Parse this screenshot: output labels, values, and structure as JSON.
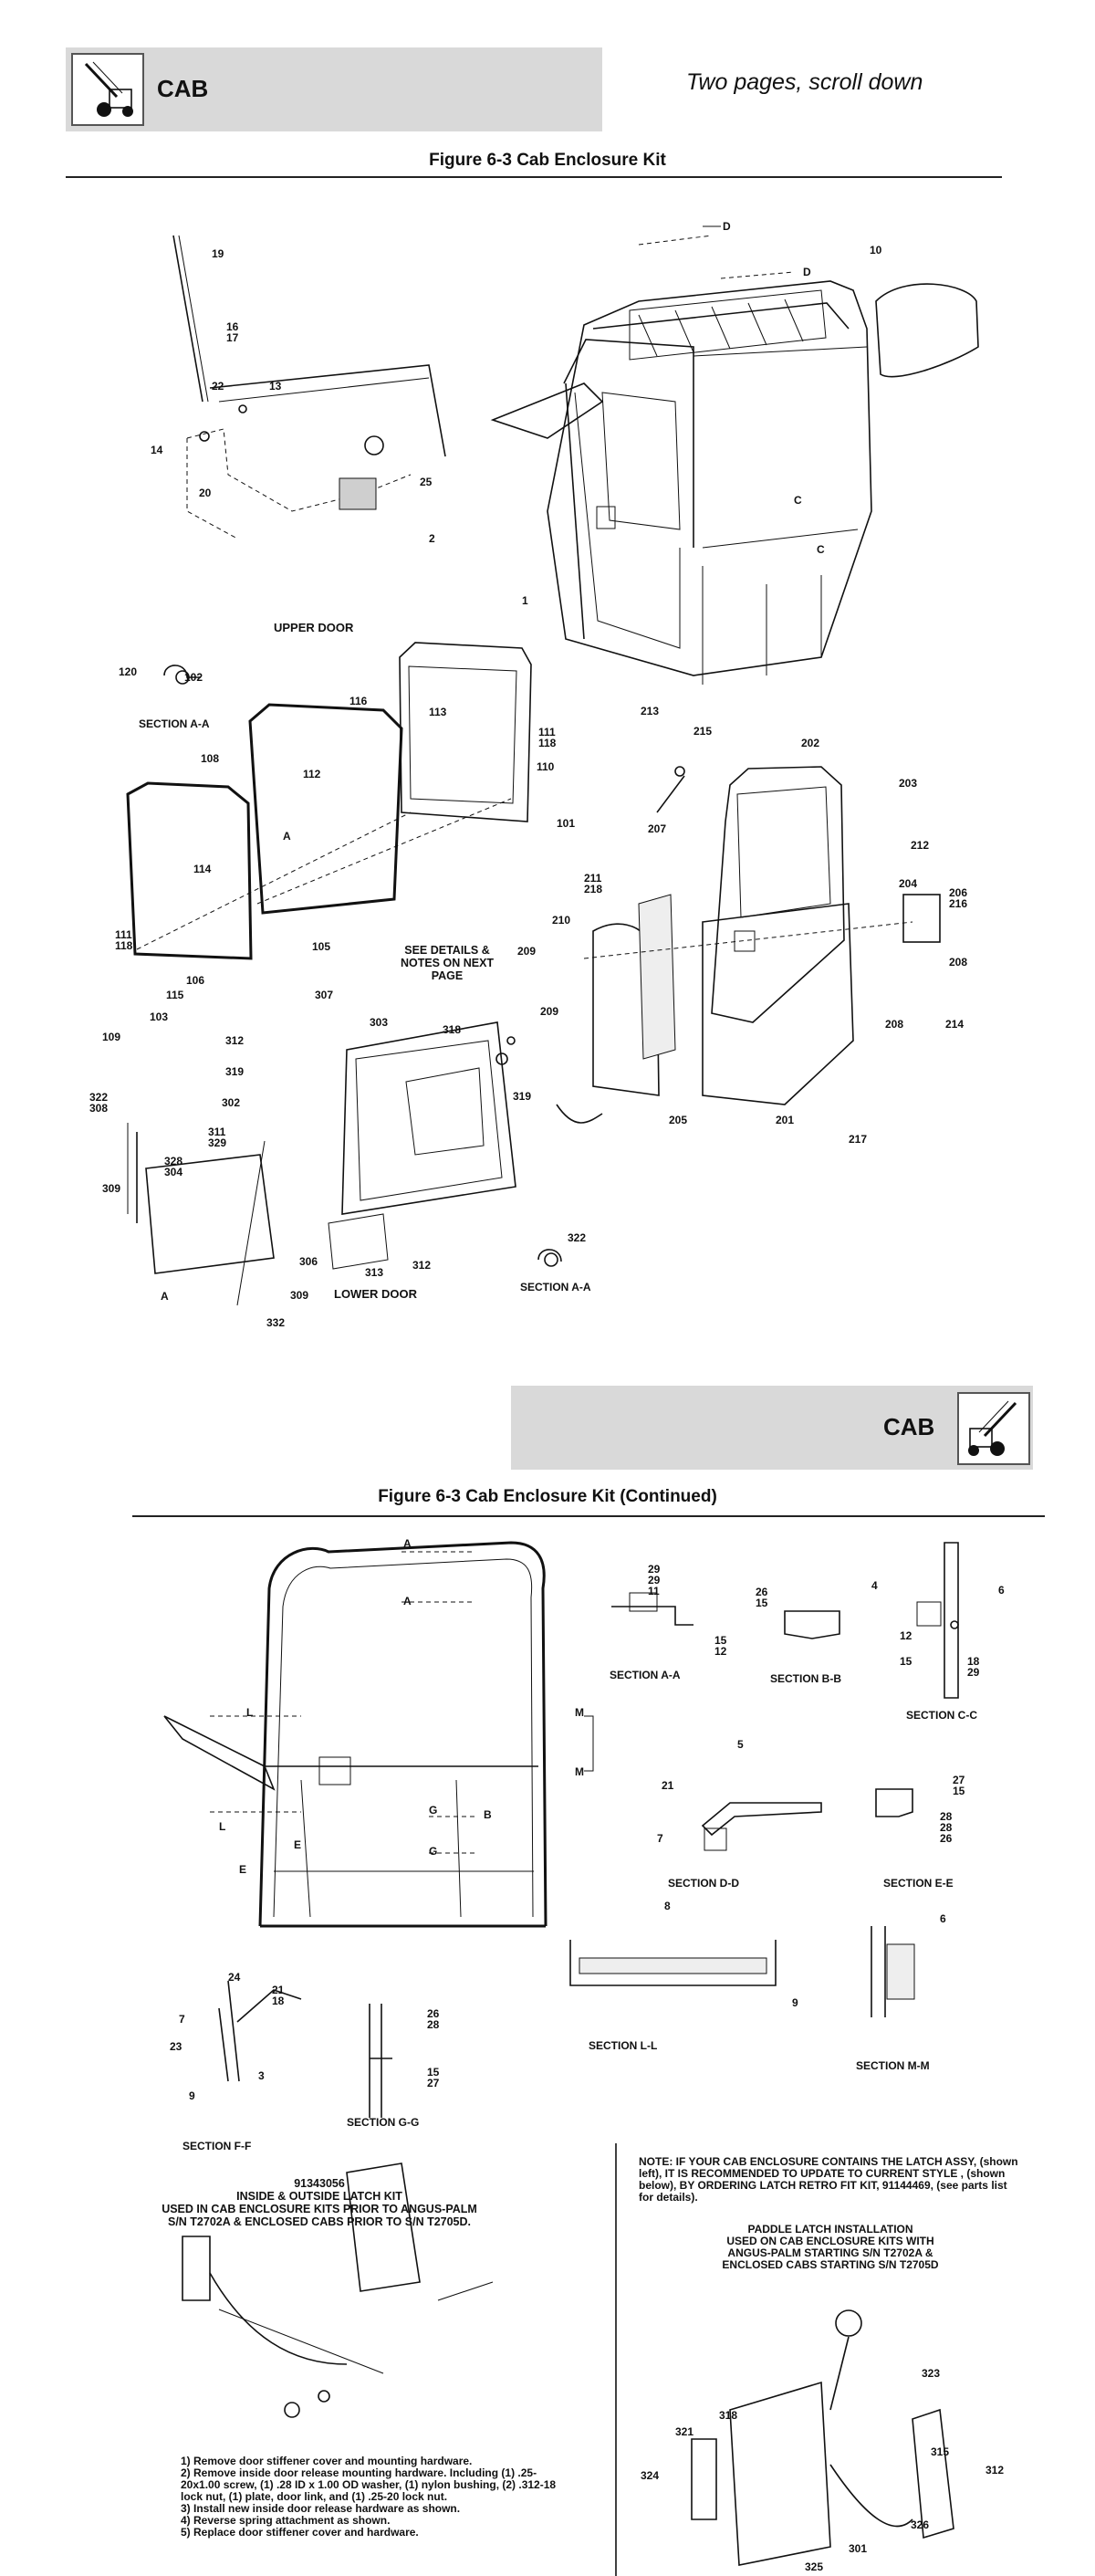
{
  "page1": {
    "header_title": "CAB",
    "scroll_note": "Two pages, scroll down",
    "figure_title": "Figure 6-3 Cab Enclosure Kit",
    "upper_door_label": "UPPER DOOR",
    "lower_door_label": "LOWER DOOR",
    "section_aa_1": "SECTION A-A",
    "section_aa_2": "SECTION A-A",
    "see_details": "SEE DETAILS & NOTES ON NEXT PAGE",
    "callouts": {
      "c19": "19",
      "c10": "10",
      "c16_17": "16\n17",
      "c22": "22",
      "c13": "13",
      "c14": "14",
      "c20": "20",
      "c25": "25",
      "c2": "2",
      "c1": "1",
      "c120": "120",
      "c102": "102",
      "c116": "116",
      "c113": "113",
      "c111_118a": "111\n118",
      "c110": "110",
      "c108": "108",
      "c112": "112",
      "c101": "101",
      "c114": "114",
      "c105": "105",
      "c111_118b": "111\n118",
      "c106": "106",
      "c115": "115",
      "c103": "103",
      "c109": "109",
      "c213": "213",
      "c215": "215",
      "c202": "202",
      "c203": "203",
      "c207": "207",
      "c212": "212",
      "c211_218": "211\n218",
      "c204": "204",
      "c206_216": "206\n216",
      "c210": "210",
      "c209a": "209",
      "c209b": "209",
      "c208a": "208",
      "c208b": "208",
      "c214": "214",
      "c205": "205",
      "c201": "201",
      "c217": "217",
      "c307": "307",
      "c303": "303",
      "c318": "318",
      "c312a": "312",
      "c319a": "319",
      "c319b": "319",
      "c302": "302",
      "c311_329": "311\n329",
      "c322_308": "322\n308",
      "c328_304": "328\n304",
      "c309a": "309",
      "c309b": "309",
      "c306": "306",
      "c313": "313",
      "c312b": "312",
      "c332": "332",
      "c322": "322",
      "dA1": "D",
      "dA2": "D",
      "cC1": "C",
      "cC2": "C",
      "aA1": "A",
      "aA2": "A"
    }
  },
  "page2": {
    "header_title": "CAB",
    "figure_title": "Figure 6-3 Cab Enclosure Kit (Continued)",
    "sections": {
      "aa": "SECTION A-A",
      "bb": "SECTION B-B",
      "cc": "SECTION C-C",
      "dd": "SECTION D-D",
      "ee": "SECTION E-E",
      "ff": "SECTION F-F",
      "gg": "SECTION G-G",
      "ll": "SECTION L-L",
      "mm": "SECTION M-M"
    },
    "callouts": {
      "aa_top": "29\n29\n11",
      "aa_side": "15\n12",
      "bb_left": "26\n15",
      "bb_4": "4",
      "cc_6": "6",
      "cc_12": "12",
      "cc_15": "15",
      "cc_1829": "18\n29",
      "dd_5": "5",
      "dd_21": "21",
      "dd_7": "7",
      "ee_2715": "27\n15",
      "ee_282826": "28\n28\n26",
      "ff_24": "24",
      "ff_2118": "21\n18",
      "ff_7": "7",
      "ff_23": "23",
      "ff_3": "3",
      "ff_9": "9",
      "gg_2628": "26\n28",
      "gg_1527": "15\n27",
      "ll_8": "8",
      "ll_9": "9",
      "mm_6": "6",
      "v_a1": "A",
      "v_a2": "A",
      "v_l1": "L",
      "v_l2": "L",
      "v_m1": "M",
      "v_m2": "M",
      "v_g1": "G",
      "v_g2": "G",
      "v_b": "B",
      "v_e1": "E",
      "v_e2": "E"
    },
    "latch_kit": {
      "part_no": "91343056",
      "title_1": "INSIDE & OUTSIDE LATCH KIT",
      "title_2": "USED IN CAB ENCLOSURE KITS PRIOR TO ANGUS-PALM",
      "title_3": "S/N T2702A & ENCLOSED CABS PRIOR TO S/N T2705D.",
      "steps": [
        "1) Remove door stiffener cover and mounting hardware.",
        "2) Remove inside door release mounting hardware. Including (1) .25-20x1.00 screw, (1) .28 ID x 1.00 OD washer, (1) nylon bushing, (2) .312-18 lock nut, (1) plate, door link, and (1) .25-20 lock nut.",
        "3) Install new inside door release hardware as shown.",
        "4) Reverse spring attachment as shown.",
        "5) Replace door stiffener cover and hardware."
      ]
    },
    "note": "NOTE: IF YOUR CAB ENCLOSURE CONTAINS THE LATCH ASSY, (shown left), IT IS RECOMMENDED TO UPDATE TO CURRENT STYLE , (shown below), BY ORDERING LATCH RETRO FIT KIT, 91144469, (see parts list for details).",
    "paddle": {
      "title_1": "PADDLE LATCH INSTALLATION",
      "title_2": "USED ON CAB ENCLOSURE KITS WITH",
      "title_3": "ANGUS-PALM STARTING S/N T2702A &",
      "title_4": "ENCLOSED CABS STARTING S/N T2705D",
      "callouts": {
        "p324": "324",
        "p321": "321",
        "p318": "318",
        "p323": "323",
        "p315": "315",
        "p312": "312",
        "p326": "326",
        "p301": "301",
        "p325": "325"
      }
    }
  }
}
